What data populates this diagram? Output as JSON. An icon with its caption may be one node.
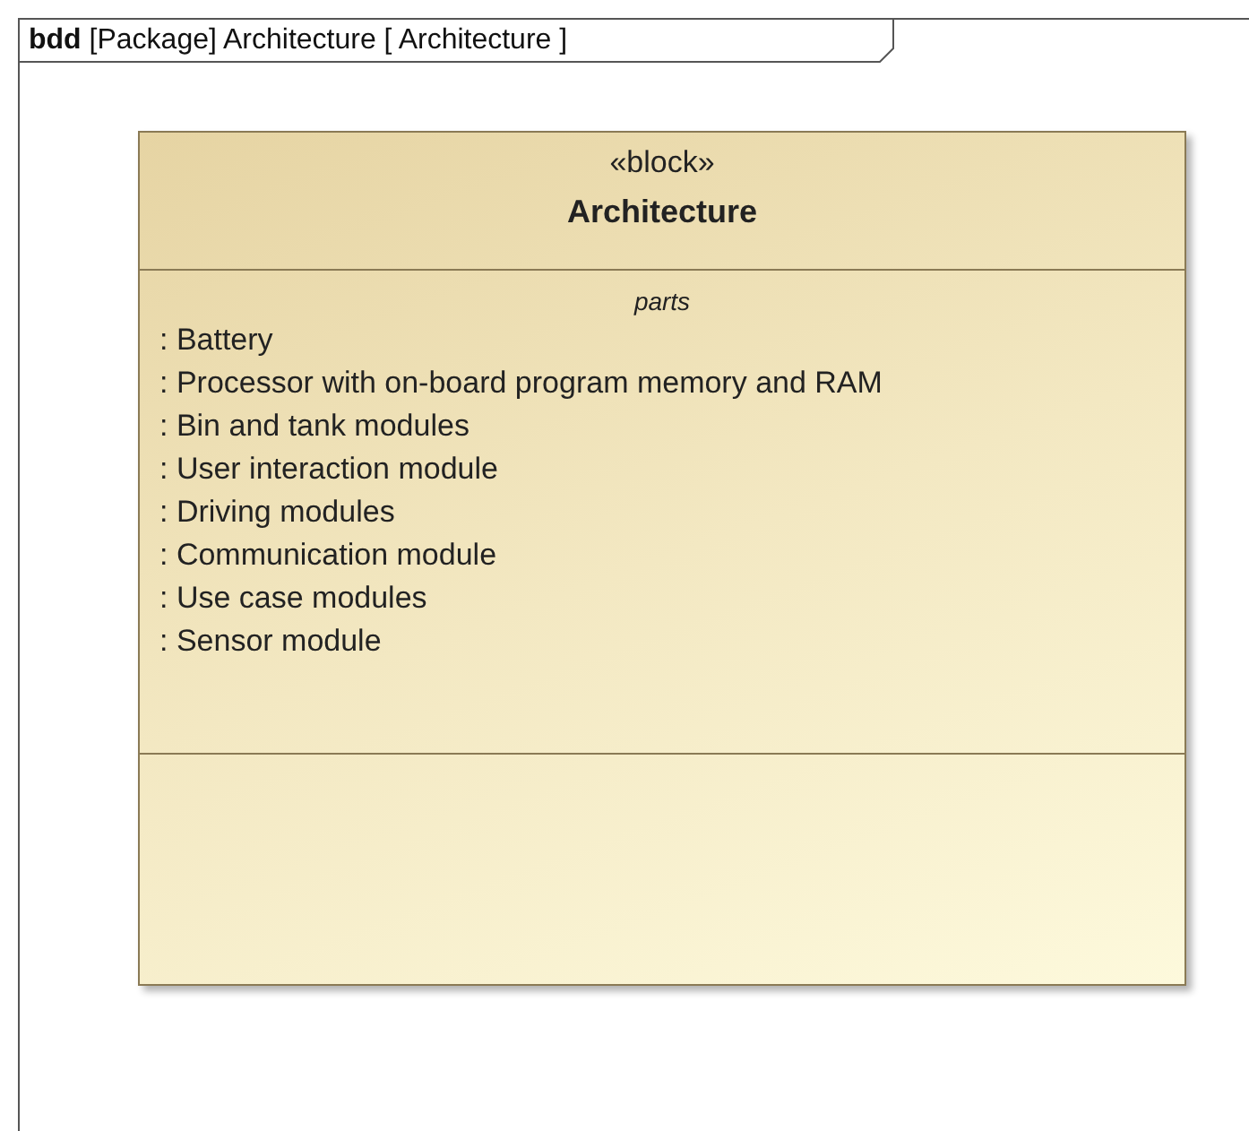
{
  "diagram": {
    "nodes": [
      {
        "text": [
          "**bdd** [Package] Architecture [ Architecture ]"
        ]
      },
      {
        "text": [
          "«block»",
          "Architecture",
          "parts",
          ": Battery",
          ": Processor with on-board program memory and RAM",
          ": Bin and tank modules",
          ": User interaction module",
          ": Driving modules",
          ": Communication module",
          ": Use case modules",
          ": Sensor module"
        ],
        "in": 0
      }
    ]
  }
}
